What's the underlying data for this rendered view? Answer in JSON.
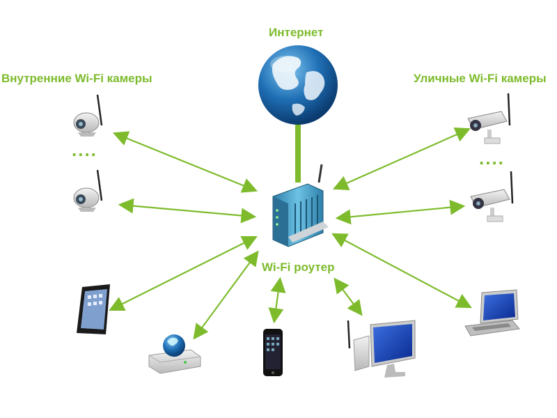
{
  "labels": {
    "internet": "Интернет",
    "indoor_cameras": "Внутренние Wi-Fi камеры",
    "outdoor_cameras": "Уличные Wi-Fi камеры",
    "router": "Wi-Fi роутер"
  },
  "ellipsis": "....",
  "colors": {
    "accent": "#7dbb2c",
    "globe": "#1f6fb5",
    "router": "#4aa0c8"
  },
  "icons": [
    "globe-icon",
    "router-icon",
    "indoor-camera-icon",
    "outdoor-camera-icon",
    "tablet-icon",
    "network-drive-icon",
    "smartphone-icon",
    "desktop-pc-icon",
    "laptop-icon"
  ]
}
